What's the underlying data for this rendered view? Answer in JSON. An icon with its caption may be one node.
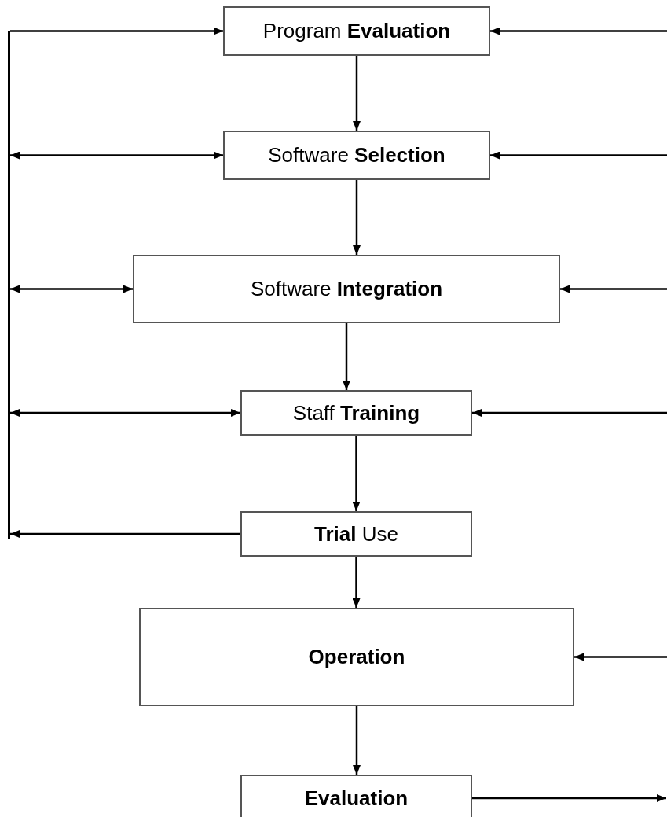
{
  "diagram": {
    "nodes": [
      {
        "text": [
          "Program **Evaluation**"
        ]
      },
      {
        "text": [
          "Software **Selection**"
        ]
      },
      {
        "text": [
          "Software **Integration**"
        ]
      },
      {
        "text": [
          "Staff **Training**"
        ]
      },
      {
        "text": [
          "**Trial** Use"
        ]
      },
      {
        "text": [
          "Operation"
        ]
      },
      {
        "text": [
          "Evaluation"
        ]
      },
      {
        "text": [],
        "shape": "bar"
      }
    ],
    "edges": [
      {
        "from": 0,
        "to": 1,
        "arrow": "to"
      },
      {
        "from": 1,
        "to": 2,
        "arrow": "to"
      },
      {
        "from": 2,
        "to": 3,
        "arrow": "to"
      },
      {
        "from": 3,
        "to": 4,
        "arrow": "to"
      },
      {
        "from": 4,
        "to": 5,
        "arrow": "to"
      },
      {
        "from": 5,
        "to": 6,
        "arrow": "to"
      },
      {
        "from": 7,
        "to": 0,
        "arrow": "to"
      },
      {
        "from": 7,
        "to": 1,
        "arrow": "both"
      },
      {
        "from": 7,
        "to": 2,
        "arrow": "both"
      },
      {
        "from": 7,
        "to": 3,
        "arrow": "both"
      },
      {
        "from": 4,
        "to": 7,
        "arrow": "to"
      },
      {
        "from": null,
        "to": 0,
        "arrow": "to"
      },
      {
        "from": null,
        "to": 1,
        "arrow": "to"
      },
      {
        "from": null,
        "to": 2,
        "arrow": "to"
      },
      {
        "from": null,
        "to": 3,
        "arrow": "to"
      },
      {
        "from": null,
        "to": 5,
        "arrow": "to"
      },
      {
        "from": 6,
        "to": null,
        "arrow": "to"
      }
    ]
  }
}
